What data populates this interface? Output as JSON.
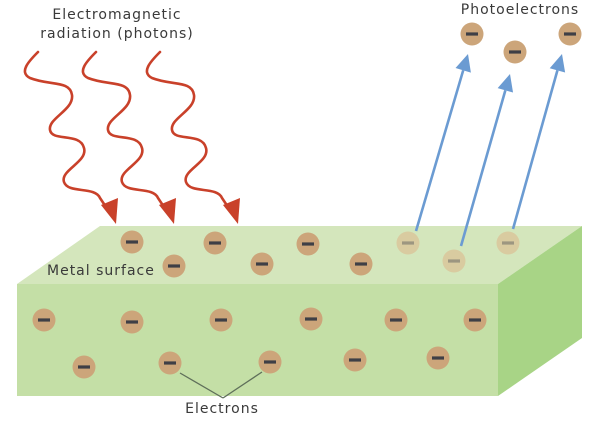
{
  "labels": {
    "radiation_line1": "Electromagnetic",
    "radiation_line2": "radiation (photons)",
    "photoelectrons": "Photoelectrons",
    "metal_surface": "Metal surface",
    "electrons": "Electrons"
  },
  "colors": {
    "photon_wave": "#c9412a",
    "electron_fill": "#cca57a",
    "electron_faded_fill": "#d9cba0",
    "electron_sign": "#3f3f46",
    "electron_sign_faded": "#9d9680",
    "emission_arrow": "#6b9bd2",
    "top_face": "#d4e6bc",
    "front_face": "#c4dfa6",
    "side_face": "#a8d486",
    "pointer_line": "#5f6f5a"
  },
  "electron_symbol": "−",
  "counts": {
    "photons": 3,
    "photoelectrons": 3,
    "surface_electrons": 6,
    "escaping_electrons": 3,
    "bulk_electrons": 11
  }
}
